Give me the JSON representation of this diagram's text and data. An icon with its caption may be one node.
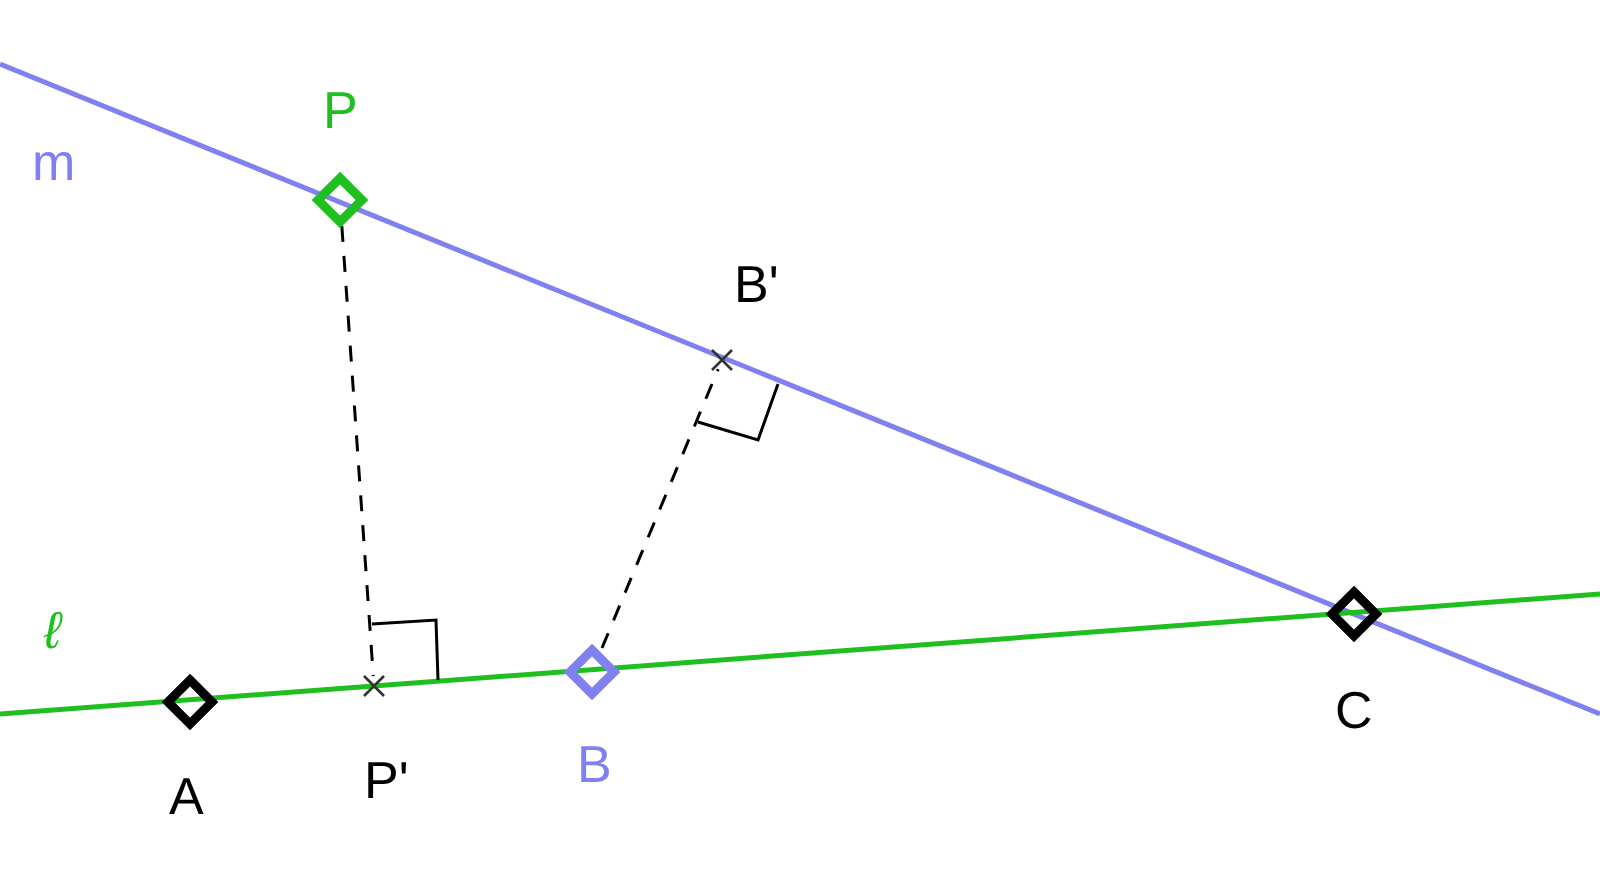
{
  "diagram": {
    "nodes": [
      {
        "text": [
          "P"
        ]
      },
      {
        "text": [
          "B'"
        ]
      },
      {
        "text": [
          "P'"
        ]
      },
      {
        "text": [
          "A"
        ]
      },
      {
        "text": [
          "B"
        ]
      },
      {
        "text": [
          "C"
        ]
      }
    ],
    "edges": [
      {
        "from": 0,
        "to": 2,
        "arrow": "none",
        "style": "dashed"
      },
      {
        "from": 4,
        "to": 1,
        "arrow": "none",
        "style": "dashed"
      }
    ],
    "labels": [
      "m",
      "ℓ"
    ]
  }
}
